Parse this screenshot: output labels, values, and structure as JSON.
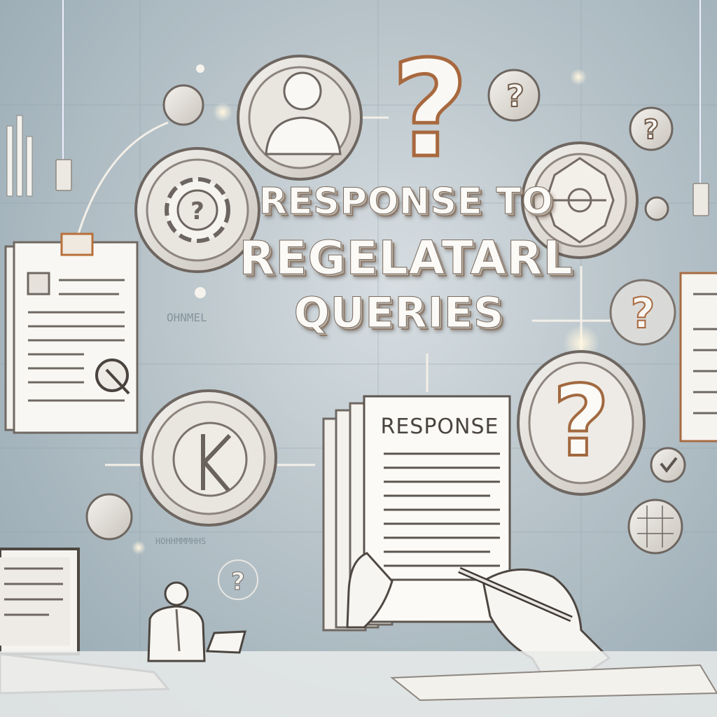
{
  "title": {
    "line1": "RESPONSE TO",
    "line2": "REGELATARL",
    "line3": "QUERIES"
  },
  "document": {
    "heading": "RESPONSE"
  },
  "faint_labels": {
    "label_a": "OHNMEL",
    "label_b": "HOHHMMMHHS"
  },
  "icons": {
    "person": "person-icon",
    "gear": "gear-question-icon",
    "compass": "compass-icon",
    "key": "key-icon",
    "question": "question-mark-icon",
    "check": "check-icon",
    "magnifier": "magnifier-icon"
  },
  "colors": {
    "accent": "#d2692f",
    "paper": "#f7f5f0",
    "ink": "#5a514a",
    "background": "#b7c3c9"
  }
}
